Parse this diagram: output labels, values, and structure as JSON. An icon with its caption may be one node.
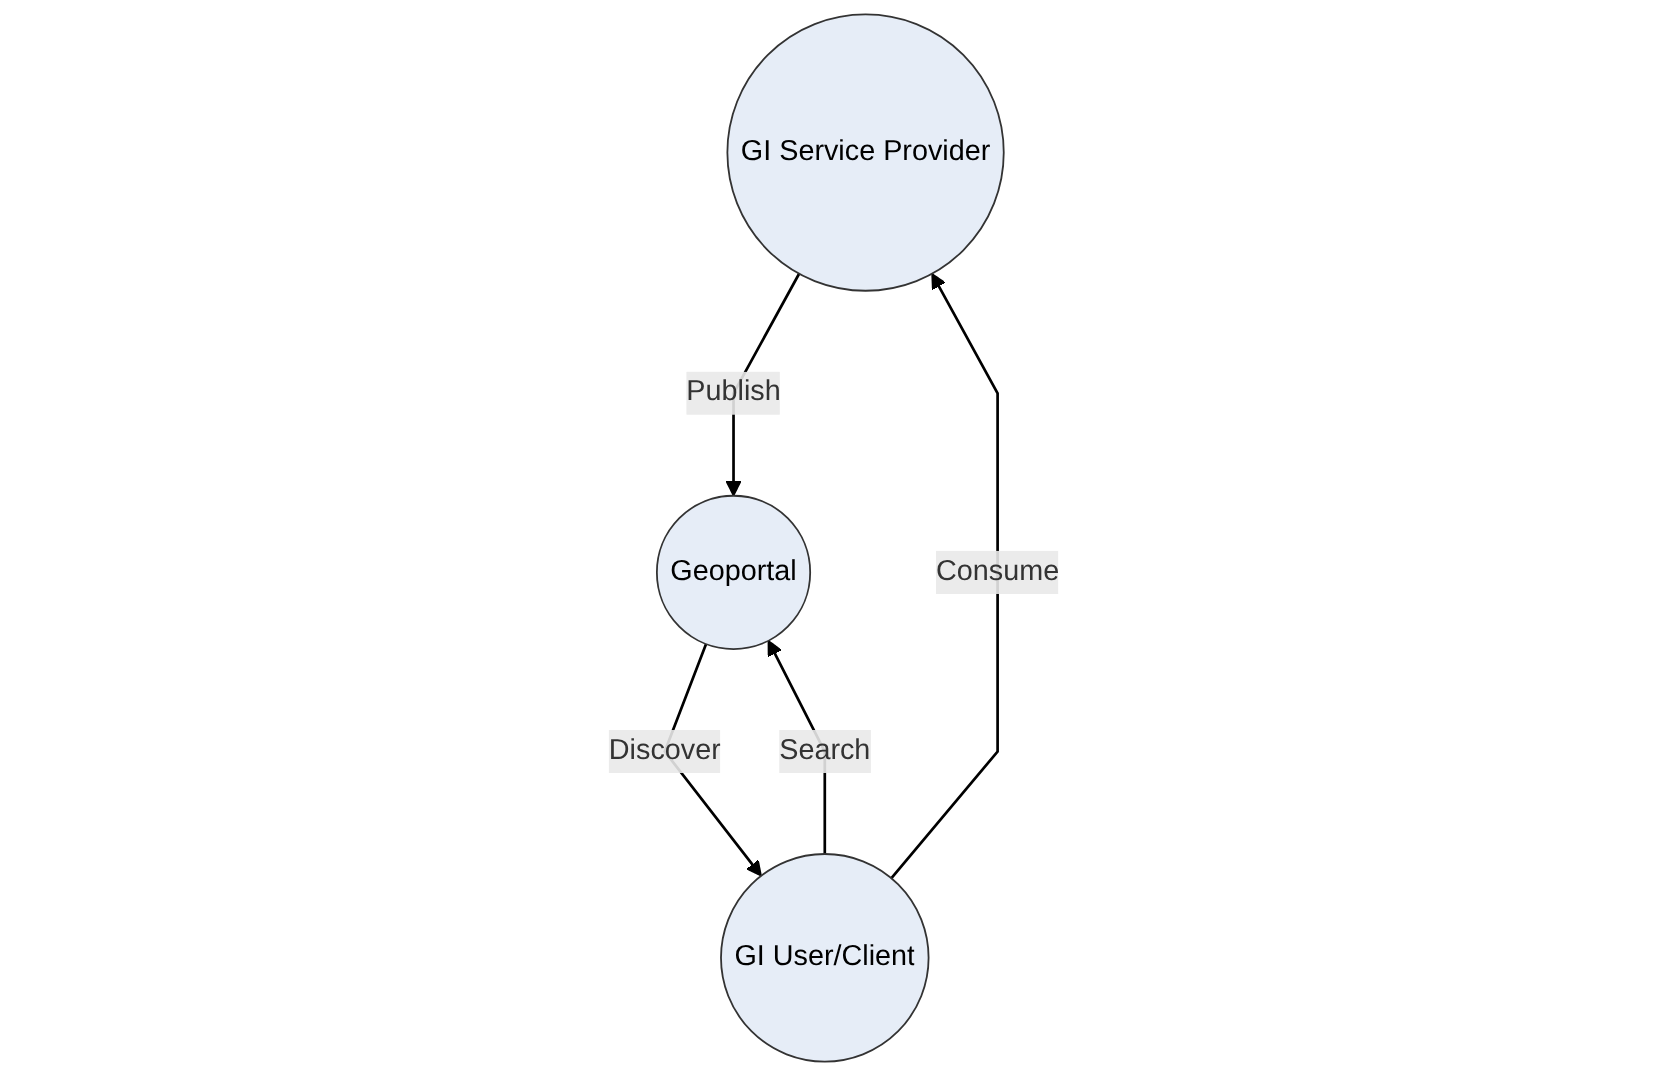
{
  "diagram": {
    "nodes": [
      {
        "text": [
          "GI Service Provider"
        ]
      },
      {
        "text": [
          "Geoportal"
        ]
      },
      {
        "text": [
          "GI User/Client"
        ]
      }
    ],
    "edges": [
      {
        "from": 0,
        "to": 1,
        "label": "Publish",
        "arrow": "to"
      },
      {
        "from": 2,
        "to": 0,
        "label": "Consume",
        "arrow": "to"
      },
      {
        "from": 2,
        "to": 1,
        "label": "Search",
        "arrow": "to"
      },
      {
        "from": 1,
        "to": 2,
        "label": "Discover",
        "arrow": "to"
      }
    ]
  }
}
